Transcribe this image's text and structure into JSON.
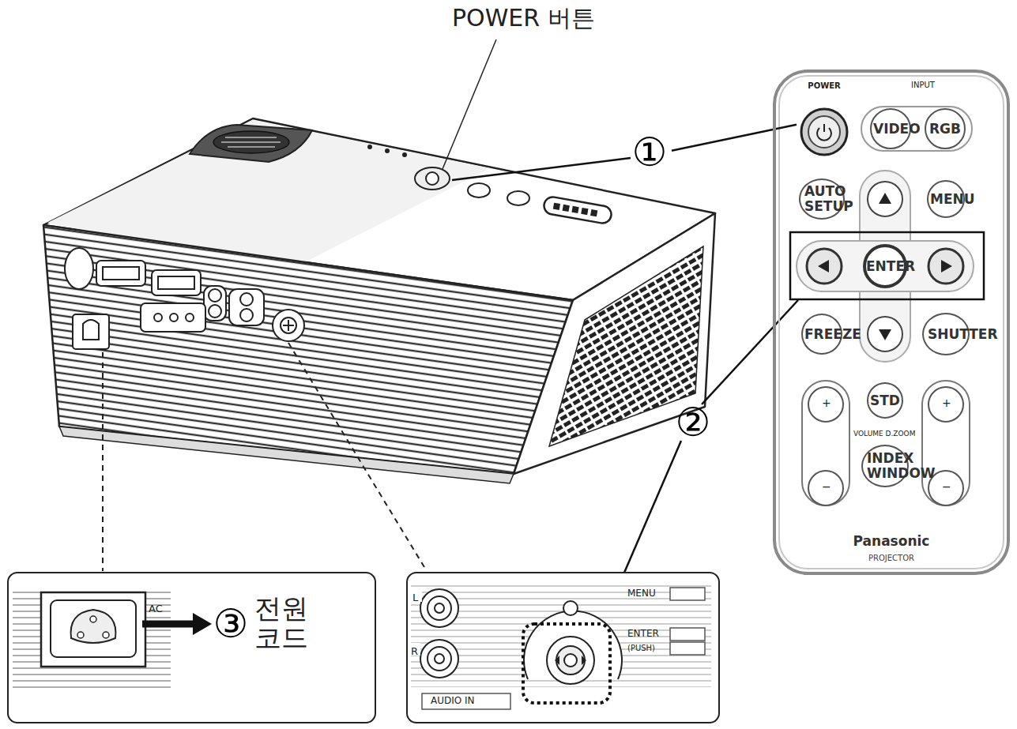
{
  "diagram": {
    "nodes": [
      {
        "text": [
          "Panasonic",
          "PROJECTOR"
        ]
      },
      {
        "text": [
          "POWER"
        ],
        "in": 0
      },
      {
        "text": [
          "VIDEO"
        ],
        "in": 0
      },
      {
        "text": [
          "RGB"
        ],
        "in": 0
      },
      {
        "text": [
          "AUTO SETUP"
        ],
        "in": 0
      },
      {
        "text": [
          "MENU"
        ],
        "in": 0
      },
      {
        "text": [
          "ENTER"
        ],
        "in": 0
      },
      {
        "text": [
          "FREEZE"
        ],
        "in": 0
      },
      {
        "text": [
          "SHUTTER"
        ],
        "in": 0
      },
      {
        "text": [
          "STD"
        ],
        "in": 0
      },
      {
        "text": [
          "INDEX WINDOW"
        ],
        "in": 0
      },
      {
        "text": [
          "①"
        ]
      },
      {
        "text": [
          "②"
        ]
      },
      {
        "text": [
          "③"
        ]
      }
    ],
    "edges": [
      {
        "from": 11,
        "to": 1,
        "arrow": "none"
      }
    ],
    "labels": [
      "POWER 버튼",
      "INPUT",
      "+",
      "−",
      "+",
      "−",
      "VOLUME D.ZOOM",
      "AC",
      "전원 코드",
      "L",
      "R",
      "AUDIO IN",
      "MENU",
      "ENTER",
      "(PUSH)"
    ]
  }
}
